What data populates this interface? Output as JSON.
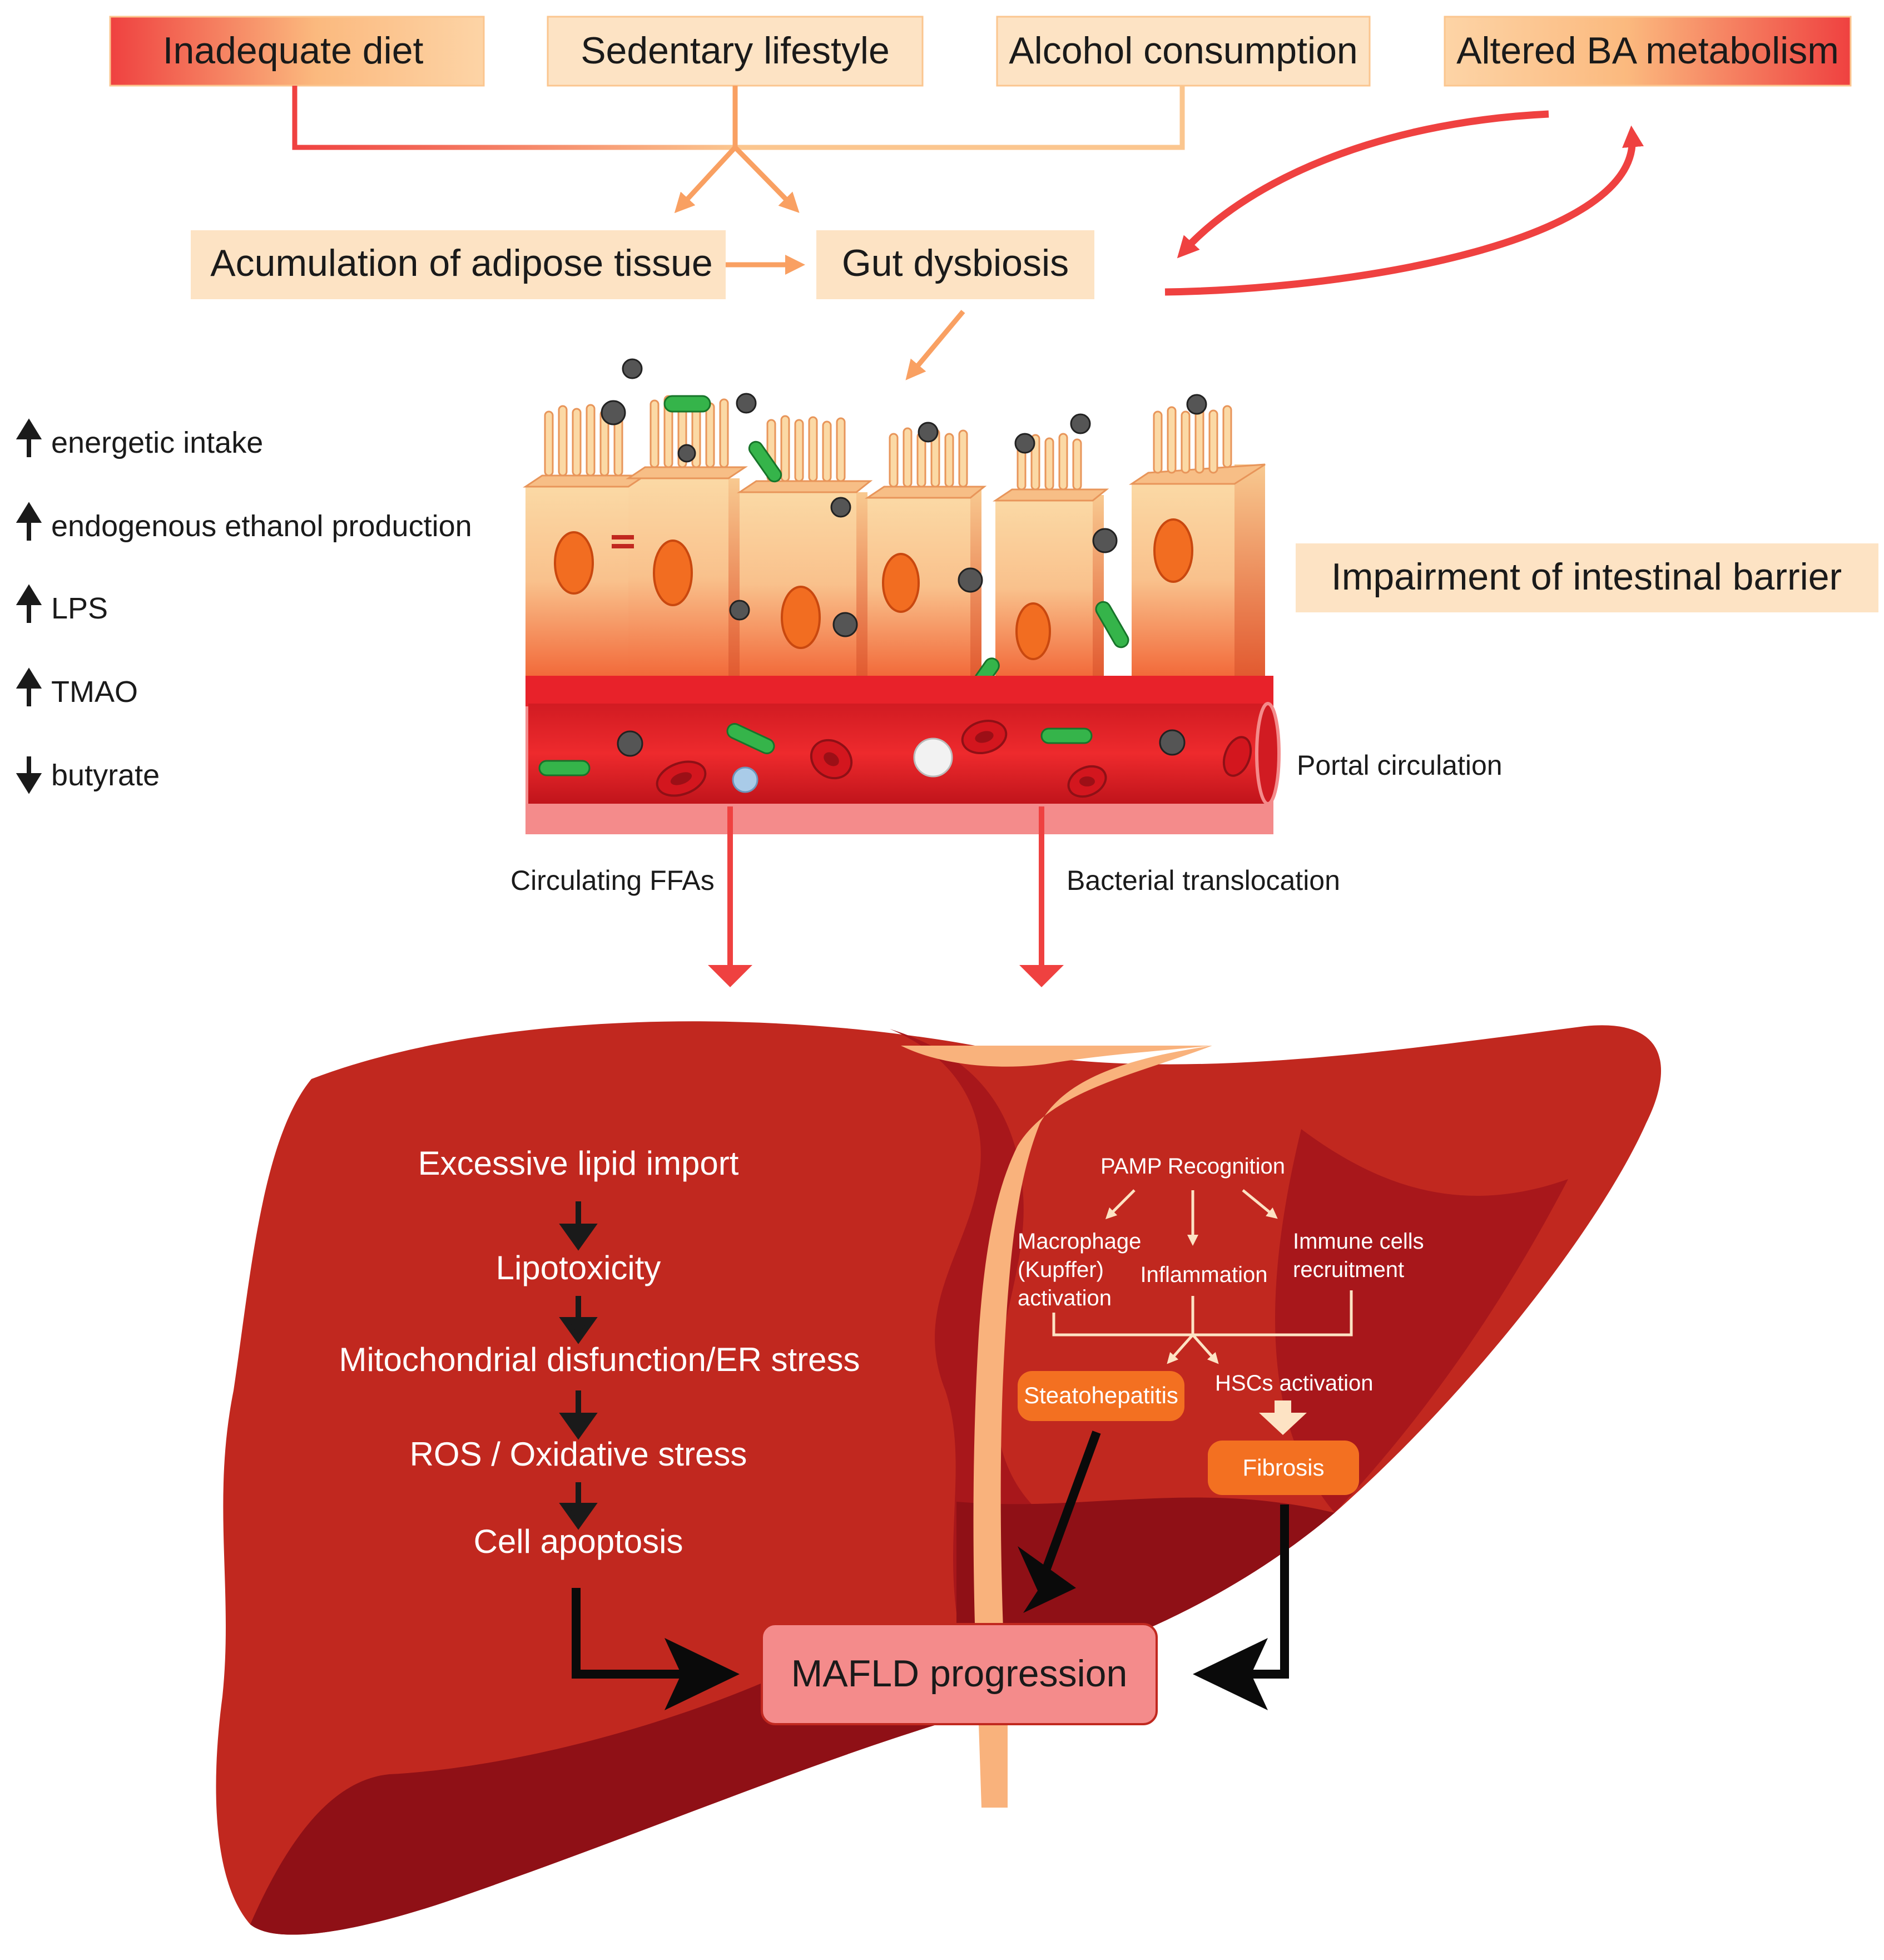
{
  "risk_factors": {
    "inadequate_diet": "Inadequate diet",
    "sedentary_lifestyle": "Sedentary lifestyle",
    "alcohol_consumption": "Alcohol consumption",
    "altered_ba_metabolism": "Altered BA metabolism"
  },
  "intermediates": {
    "adipose_accumulation": "Acumulation of adipose tissue",
    "gut_dysbiosis": "Gut dysbiosis"
  },
  "dysbiosis_effects": [
    {
      "direction": "up",
      "label": "energetic intake"
    },
    {
      "direction": "up",
      "label": "endogenous ethanol production"
    },
    {
      "direction": "up",
      "label": "LPS"
    },
    {
      "direction": "up",
      "label": "TMAO"
    },
    {
      "direction": "down",
      "label": "butyrate"
    }
  ],
  "barrier": {
    "impairment_label": "Impairment of intestinal barrier",
    "portal_label": "Portal circulation",
    "ffa_label": "Circulating FFAs",
    "translocation_label": "Bacterial translocation"
  },
  "lipid_pathway": [
    "Excessive lipid import",
    "Lipotoxicity",
    "Mitochondrial disfunction/ER stress",
    "ROS / Oxidative stress",
    "Cell apoptosis"
  ],
  "immune_pathway": {
    "pamp": "PAMP Recognition",
    "macrophage_1": "Macrophage",
    "macrophage_2": "(Kupffer)",
    "macrophage_3": "activation",
    "inflammation": "Inflammation",
    "immune_1": "Immune cells",
    "immune_2": "recruitment",
    "hsc": "HSCs activation",
    "steatohepatitis": "Steatohepatitis",
    "fibrosis": "Fibrosis"
  },
  "outcome": "MAFLD progression",
  "colors": {
    "liver_main": "#c1281f",
    "liver_dark": "#8f1016",
    "ligament": "#f9b27c",
    "box_fill": "#fde3c4",
    "accent_red": "#ef4140",
    "pill_orange": "#f37021",
    "outcome_fill": "#f48b8b"
  }
}
